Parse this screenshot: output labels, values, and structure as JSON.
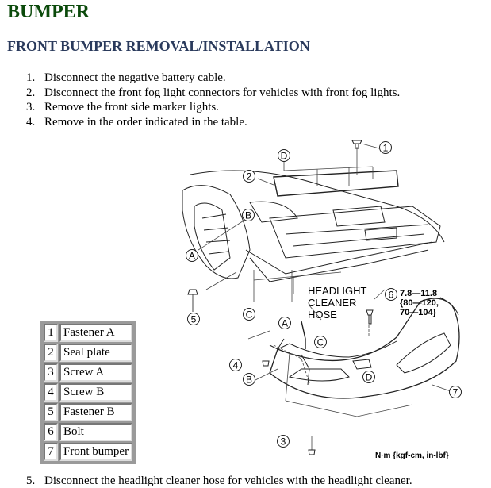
{
  "title": "BUMPER",
  "subtitle": "FRONT BUMPER REMOVAL/INSTALLATION",
  "steps": [
    {
      "num": "1.",
      "text": "Disconnect the negative battery cable."
    },
    {
      "num": "2.",
      "text": "Disconnect the front fog light connectors for vehicles with front fog lights."
    },
    {
      "num": "3.",
      "text": "Remove the front side marker lights."
    },
    {
      "num": "4.",
      "text": "Remove in the order indicated in the table."
    }
  ],
  "step5": {
    "num": "5.",
    "text": "Disconnect the headlight cleaner hose for vehicles with the headlight cleaner."
  },
  "parts_table": [
    {
      "num": "1",
      "name": "Fastener A"
    },
    {
      "num": "2",
      "name": "Seal plate"
    },
    {
      "num": "3",
      "name": "Screw A"
    },
    {
      "num": "4",
      "name": "Screw B"
    },
    {
      "num": "5",
      "name": "Fastener B"
    },
    {
      "num": "6",
      "name": "Bolt"
    },
    {
      "num": "7",
      "name": "Front bumper"
    }
  ],
  "diagram": {
    "callouts": {
      "c1": "1",
      "c2": "2",
      "c3": "3",
      "c4": "4",
      "c5": "5",
      "c6": "6",
      "c7": "7",
      "a_top": "A",
      "a_low": "A",
      "b_top": "B",
      "b_low": "B",
      "c_top": "C",
      "c_low": "C",
      "d_top": "D",
      "d_low": "D"
    },
    "hose_label": [
      "HEADLIGHT",
      "CLEANER",
      "HOSE"
    ],
    "torque": [
      "7.8—11.8",
      "{80—120,",
      "70—104}"
    ],
    "units": "N·m {kgf-cm, in-lbf}"
  }
}
